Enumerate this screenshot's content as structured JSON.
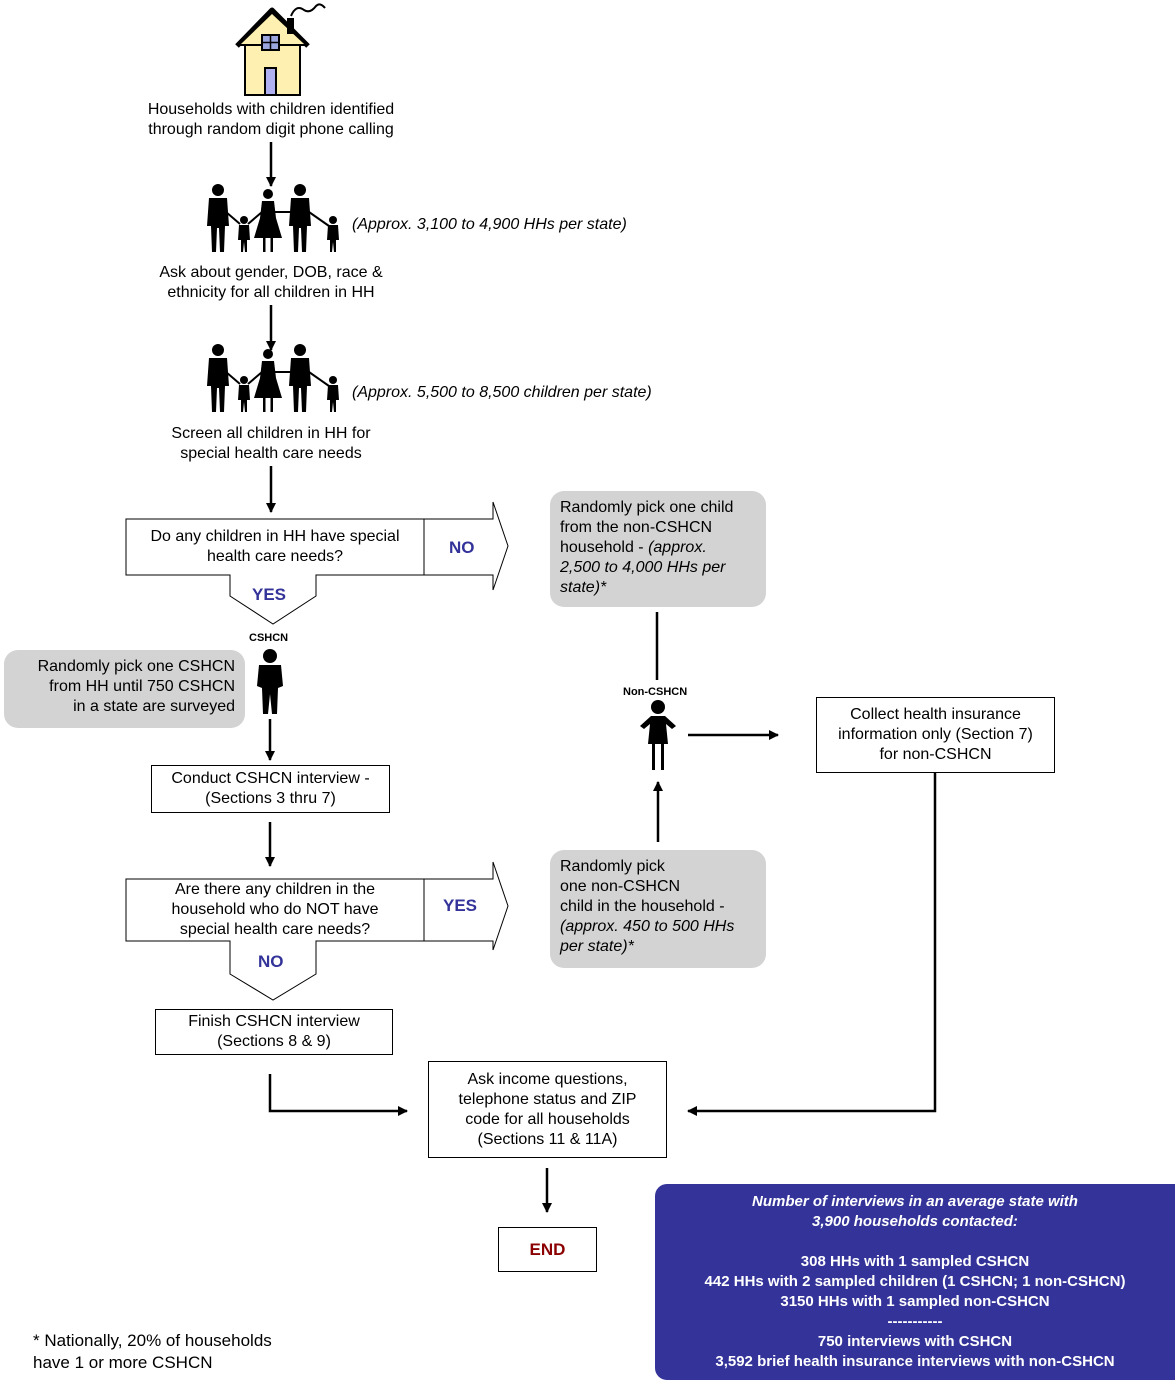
{
  "step1": {
    "line1": "Households with children identified",
    "line2": "through random digit phone calling"
  },
  "step2": {
    "note": "(Approx. 3,100 to 4,900 HHs per state)",
    "line1": "Ask about gender, DOB, race &",
    "line2": "ethnicity for all children in HH"
  },
  "step3": {
    "note": "(Approx. 5,500 to 8,500 children per state)",
    "line1": "Screen all children in HH for",
    "line2": "special health care needs"
  },
  "decision1": {
    "line1": "Do any children in HH have special",
    "line2": "health care needs?",
    "no_label": "NO",
    "yes_label": "YES"
  },
  "cshcn_label": "CSHCN",
  "pick_cshcn": {
    "line1": "Randomly pick one CSHCN",
    "line2": "from HH until 750 CSHCN",
    "line3": "in a state are surveyed"
  },
  "conduct": {
    "line1": "Conduct CSHCN interview -",
    "line2": "(Sections 3 thru 7)"
  },
  "decision2": {
    "line1": "Are there any children in the",
    "line2": "household who do NOT have",
    "line3": "special health care needs?",
    "yes_label": "YES",
    "no_label": "NO"
  },
  "finish": {
    "line1": "Finish CSHCN interview",
    "line2": "(Sections 8 & 9)"
  },
  "pick_noncshcn_top": {
    "line1": "Randomly pick one child",
    "line2": "from the non-CSHCN",
    "line3a": "household - ",
    "line3b": "(approx.",
    "line4": "2,500 to 4,000 HHs per",
    "line5": "state)*"
  },
  "non_cshcn_label": "Non-CSHCN",
  "collect": {
    "line1": "Collect health insurance",
    "line2": "information only (Section 7)",
    "line3": "for non-CSHCN"
  },
  "pick_noncshcn_bottom": {
    "line1": "Randomly pick",
    "line2": "one non-CSHCN",
    "line3": "child in the household -",
    "line4": "(approx. 450 to 500 HHs",
    "line5": "per state)*"
  },
  "income": {
    "line1": "Ask income questions,",
    "line2": "telephone status and ZIP",
    "line3": "code for all households",
    "line4": "(Sections 11 & 11A)"
  },
  "end_label": "END",
  "summary": {
    "title1": "Number of interviews in an average state with",
    "title2": "3,900 households contacted:",
    "l1": "308 HHs with 1 sampled CSHCN",
    "l2": "442 HHs with 2 sampled children (1 CSHCN; 1 non-CSHCN)",
    "l3": "3150 HHs with 1 sampled non-CSHCN",
    "sep": "-----------",
    "l4": "750 interviews with CSHCN",
    "l5": "3,592 brief health insurance interviews with non-CSHCN"
  },
  "footnote": {
    "line1": "* Nationally, 20% of households",
    "line2": "have 1 or more CSHCN"
  },
  "colors": {
    "accent": "#333399",
    "gray_box": "#d3d3d3",
    "end_text": "#8b0000",
    "house_wall": "#fdf0b0"
  }
}
